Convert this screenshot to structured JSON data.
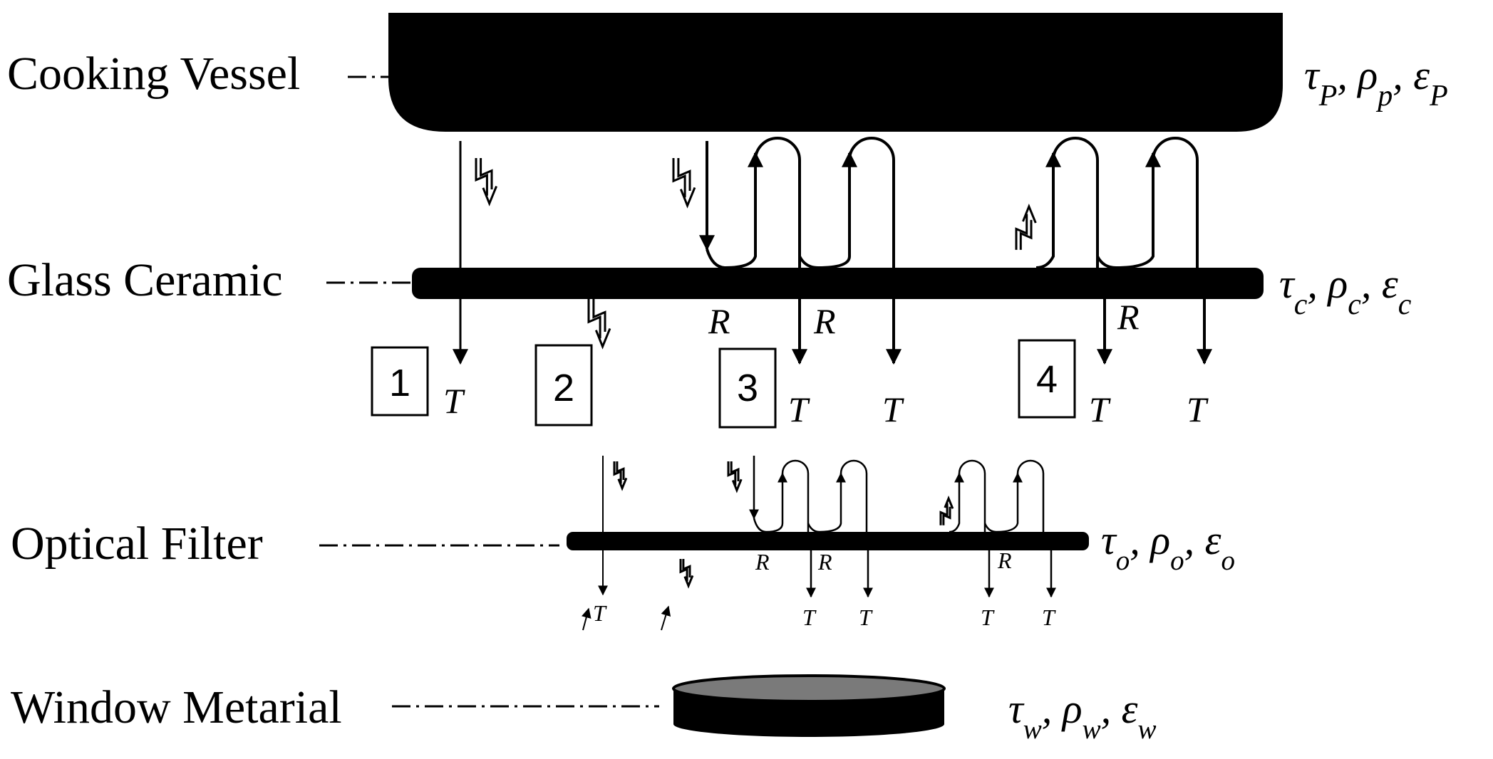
{
  "layers": [
    {
      "name": "Cooking Vessel",
      "symbols": "τP, ρp, εP"
    },
    {
      "name": "Glass Ceramic",
      "symbols": "τc, ρc, εc"
    },
    {
      "name": "Optical Filter",
      "symbols": "τo, ρo, εo"
    },
    {
      "name": "Window Metarial",
      "symbols": "τw, ρw, εw"
    }
  ],
  "symbols": {
    "tau": "τ",
    "rho": "ρ",
    "eps": "ε",
    "sub_P": "P",
    "sub_p": "p",
    "sub_c": "c",
    "sub_o": "o",
    "sub_w": "w",
    "comma": ","
  },
  "cases": [
    "1",
    "2",
    "3",
    "4"
  ],
  "marks": {
    "transmitted": "T",
    "reflected": "R"
  },
  "colors": {
    "ink": "#000000",
    "window_top": "#7a7a7a",
    "background": "#ffffff"
  }
}
